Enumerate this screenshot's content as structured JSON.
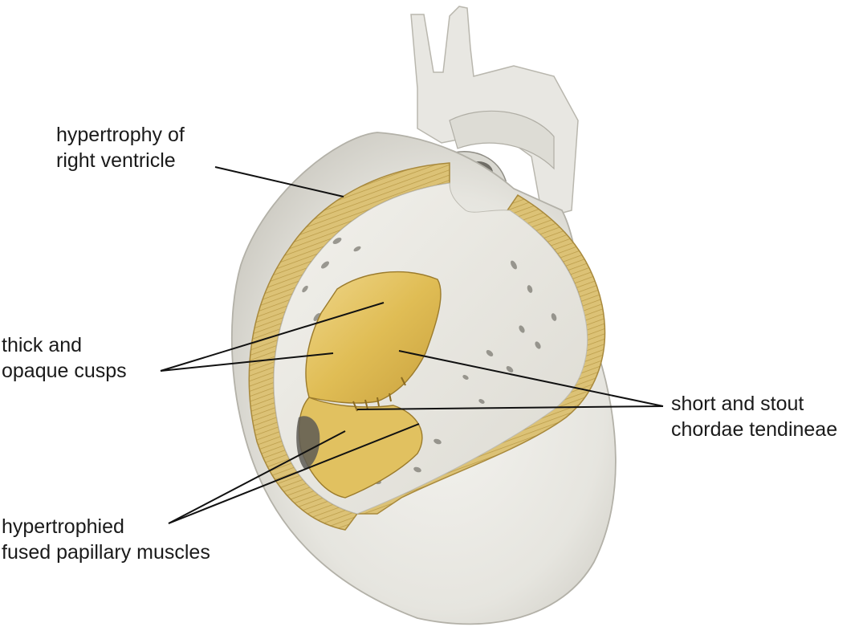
{
  "labels": {
    "hypertrophy": {
      "line1": "hypertrophy of",
      "line2": "right ventricle"
    },
    "cusps": {
      "line1": "thick and",
      "line2": "opaque cusps"
    },
    "chordae": {
      "line1": "short and stout",
      "line2": "chordae tendineae"
    },
    "papillary": {
      "line1": "hypertrophied",
      "line2": "fused papillary muscles"
    }
  },
  "colors": {
    "tissue": "#e9e8e3",
    "tissue_shadow": "#c9c7bf",
    "muscle_wall": "#d9bf6a",
    "valve": "#e3c25a",
    "leader_line": "#111111",
    "text": "#1a1a1a"
  }
}
